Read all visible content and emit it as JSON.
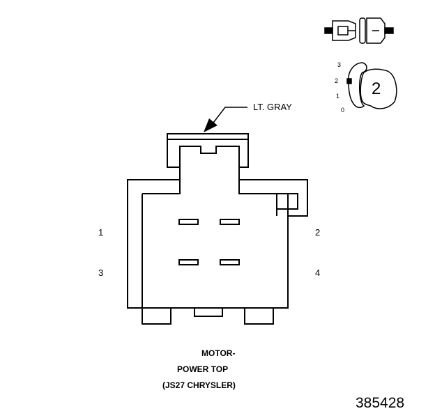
{
  "wire_color_label": "LT. GRAY",
  "pins": [
    "1",
    "2",
    "3",
    "4"
  ],
  "caption": {
    "line1": "MOTOR-",
    "line2": "POWER TOP",
    "line3": "(JS27 CHRYSLER)"
  },
  "figure_number": "385428",
  "orientation_key": {
    "positions": [
      "3",
      "2",
      "1",
      "0"
    ],
    "selected_label": "2"
  },
  "colors": {
    "line": "#000000",
    "background": "#ffffff"
  }
}
